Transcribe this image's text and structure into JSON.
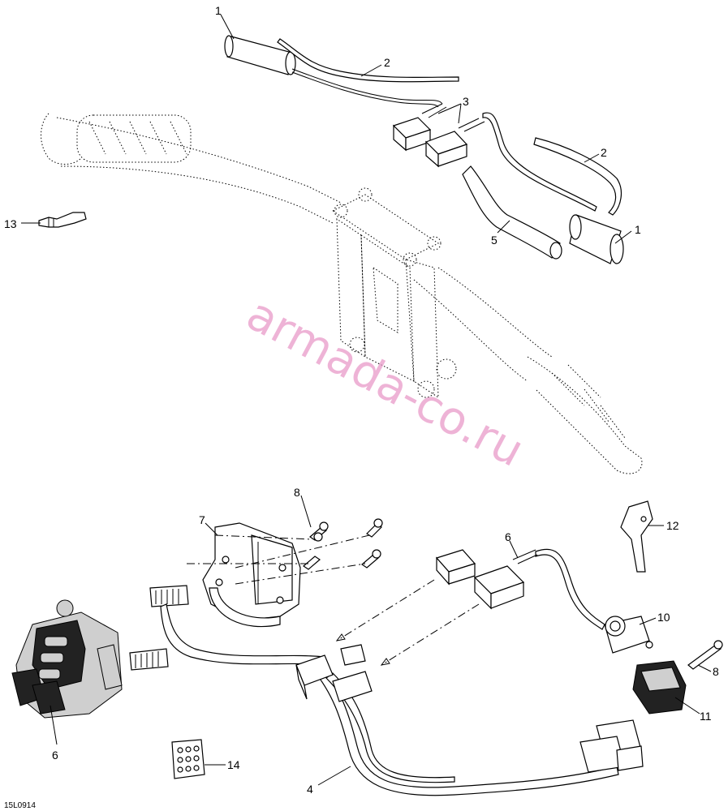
{
  "diagram": {
    "callouts": [
      {
        "id": "c1a",
        "label": "1"
      },
      {
        "id": "c2a",
        "label": "2"
      },
      {
        "id": "c3",
        "label": "3"
      },
      {
        "id": "c2b",
        "label": "2"
      },
      {
        "id": "c1b",
        "label": "1"
      },
      {
        "id": "c13",
        "label": "13"
      },
      {
        "id": "c5",
        "label": "5"
      },
      {
        "id": "c8a",
        "label": "8"
      },
      {
        "id": "c7",
        "label": "7"
      },
      {
        "id": "c6a",
        "label": "6"
      },
      {
        "id": "c12",
        "label": "12"
      },
      {
        "id": "c10",
        "label": "10"
      },
      {
        "id": "c8b",
        "label": "8"
      },
      {
        "id": "c11",
        "label": "11"
      },
      {
        "id": "c6b",
        "label": "6"
      },
      {
        "id": "c14",
        "label": "14"
      },
      {
        "id": "c4",
        "label": "4"
      }
    ],
    "watermark": "armada-co.ru",
    "drawing_code": "15L0914"
  }
}
